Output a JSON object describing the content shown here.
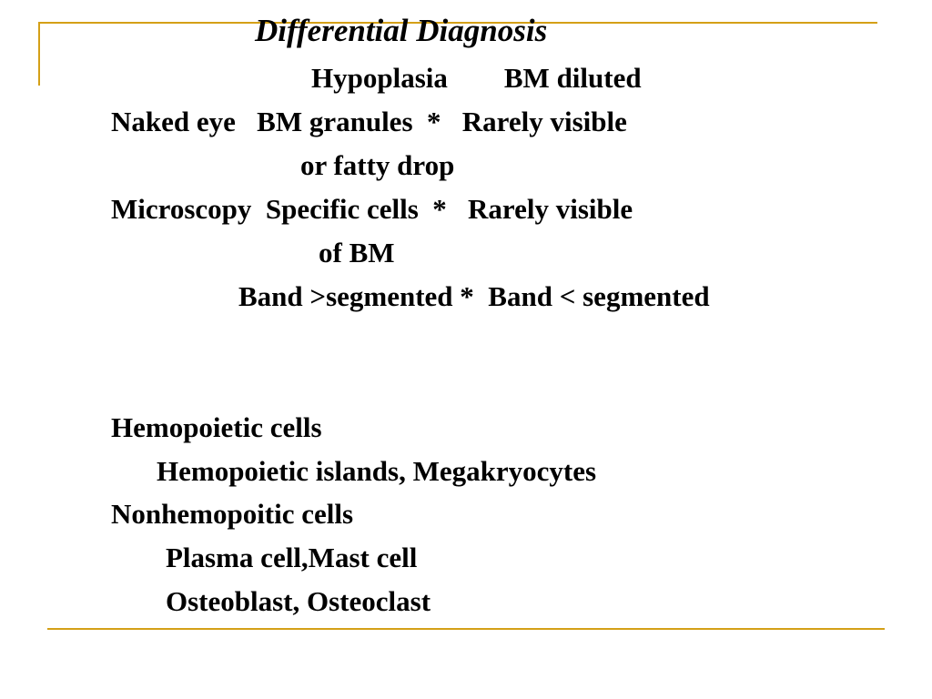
{
  "slide": {
    "title": "Differential Diagnosis",
    "accent_color": "#d4a017",
    "comparison": {
      "header": "Hypoplasia        BM diluted",
      "rows": [
        "Naked eye   BM granules  *   Rarely visible",
        "or fatty drop",
        "Microscopy  Specific cells  *   Rarely visible",
        "of BM",
        "Band >segmented *  Band < segmented"
      ]
    },
    "cells": [
      "Hemopoietic cells",
      "Hemopoietic islands, Megakryocytes",
      "Nonhemopoitic cells",
      "Plasma cell,Mast cell",
      "Osteoblast, Osteoclast"
    ]
  }
}
